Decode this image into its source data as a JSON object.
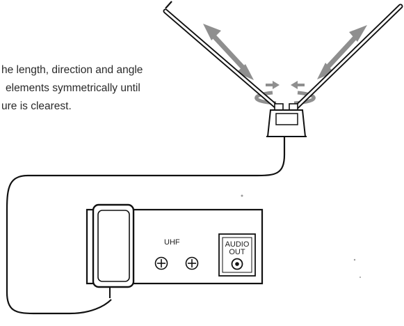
{
  "instructions": {
    "line1": "he length, direction and angle",
    "line2": "elements symmetrically until",
    "line3": "ure is clearest."
  },
  "panel": {
    "uhf_label": "UHF",
    "audio_label_line1": "AUDIO",
    "audio_label_line2": "OUT"
  },
  "colors": {
    "ink": "#111111",
    "arrow_gray": "#8f8f8f",
    "background": "#ffffff"
  }
}
